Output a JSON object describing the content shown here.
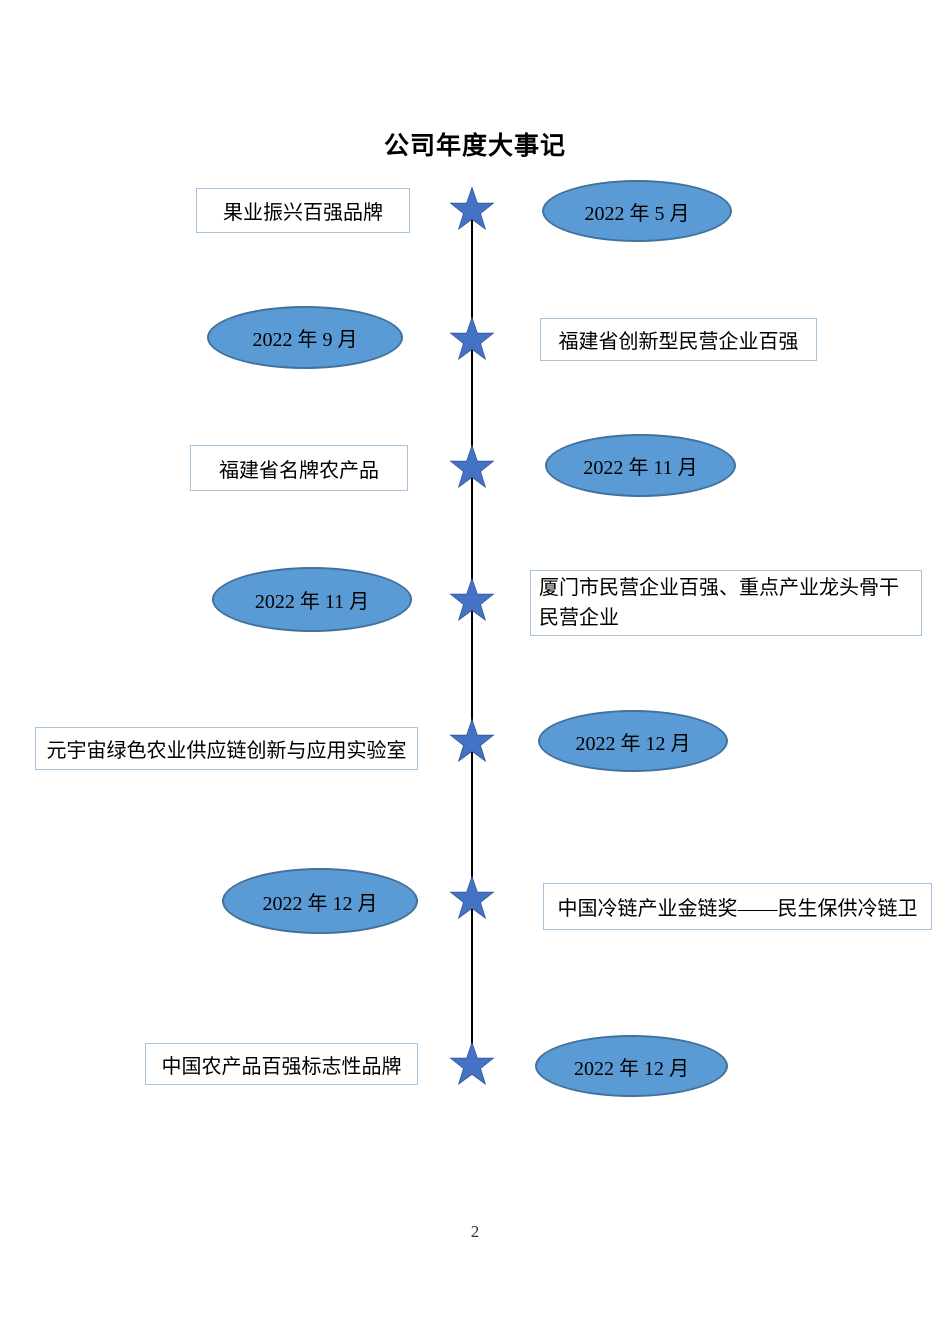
{
  "page": {
    "title": "公司年度大事记",
    "page_number": "2"
  },
  "colors": {
    "star_fill": "#4472C4",
    "star_border": "#2F528F",
    "ellipse_fill": "#5B9BD5",
    "ellipse_border": "#41719C",
    "rect_border": "#A6C3DE",
    "line": "#000000"
  },
  "timeline": {
    "rows": [
      {
        "award": "果业振兴百强品牌",
        "date": "2022 年 5 月",
        "award_side": "left"
      },
      {
        "award": "福建省创新型民营企业百强",
        "date": "2022 年 9 月",
        "award_side": "right"
      },
      {
        "award": "福建省名牌农产品",
        "date": "2022 年 11 月",
        "award_side": "left"
      },
      {
        "award": "厦门市民营企业百强、重点产业龙头骨干民营企业",
        "date": "2022 年 11 月",
        "award_side": "right"
      },
      {
        "award": "元宇宙绿色农业供应链创新与应用实验室",
        "date": "2022 年 12 月",
        "award_side": "left"
      },
      {
        "award": "中国冷链产业金链奖——民生保供冷链卫",
        "date": "2022 年 12 月",
        "award_side": "right"
      },
      {
        "award": "中国农产品百强标志性品牌",
        "date": "2022 年 12 月",
        "award_side": "left"
      }
    ]
  }
}
